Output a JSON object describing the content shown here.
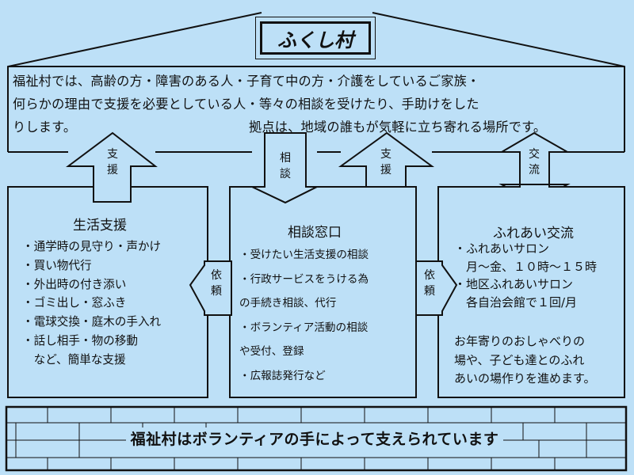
{
  "title": "ふくし村",
  "intro": {
    "line1": "福祉村では、高齢の方・障害のある人・子育て中の方・介護をしているご家族・",
    "line2": "何らかの理由で支援を必要としている人・等々の相談を受けたり、手助けをした",
    "line3a": "りします。",
    "line3b": "拠点は、地域の誰もが気軽に立ち寄れる場所です。"
  },
  "arrows": {
    "shien1": "支援",
    "soudan": "相談",
    "shien2": "支援",
    "kouryu": "交流",
    "irai_left": "依頼",
    "irai_right": "依頼"
  },
  "left_box": {
    "title": "生活支援",
    "items": [
      "・通学時の見守り・声かけ",
      "・買い物代行",
      "・外出時の付き添い",
      "・ゴミ出し・窓ふき",
      "・電球交換・庭木の手入れ",
      "・話し相手・物の移動",
      "　など、簡単な支援"
    ]
  },
  "middle_box": {
    "title": "相談窓口",
    "items": [
      "・受けたい生活支援の相談",
      "・行政サービスをうける為",
      "の手続き相談、代行",
      "・ボランティア活動の相談",
      "や受付、登録",
      "・広報誌発行など"
    ]
  },
  "right_box": {
    "title": "ふれあい交流",
    "items": [
      "・ふれあいサロン",
      "　月～金、１０時～１５時",
      "・地区ふれあいサロン",
      "　各自治会館で１回/月"
    ],
    "paragraph": [
      "お年寄りのおしゃべりの",
      "場や、子ども達とのふれ",
      "あいの場作りを進めます。"
    ]
  },
  "footer": "福祉村はボランティアの手によって支えられています",
  "colors": {
    "background": "#bde0f7",
    "ink": "#111111"
  }
}
